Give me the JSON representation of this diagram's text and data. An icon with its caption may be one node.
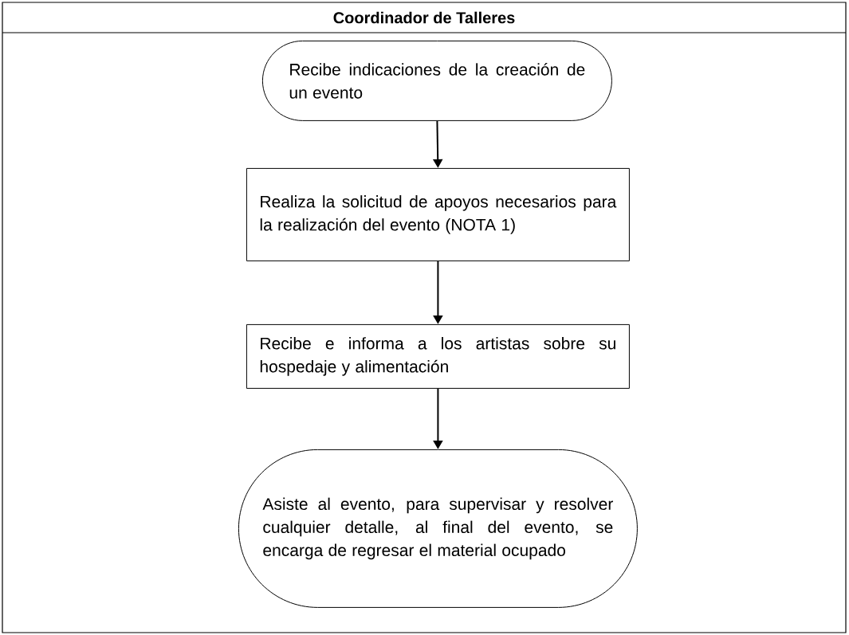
{
  "diagram": {
    "nodes": [
      {
        "text": [
          "Coordinador de Talleres"
        ]
      },
      {
        "text": [
          "Recibe indicaciones de la creación de un evento"
        ],
        "in": 0
      },
      {
        "text": [
          "Realiza la solicitud de apoyos necesarios para la realización del evento (NOTA 1)"
        ],
        "in": 0
      },
      {
        "text": [
          "Recibe e informa a los artistas sobre su hospedaje y alimentación"
        ],
        "in": 0
      },
      {
        "text": [
          "Asiste al evento, para supervisar y resolver cualquier detalle, al final del evento, se encarga de regresar el material ocupado"
        ],
        "in": 0
      }
    ],
    "edges": [
      {
        "from": 1,
        "to": 2,
        "arrow": "to"
      },
      {
        "from": 2,
        "to": 3,
        "arrow": "to"
      },
      {
        "from": 3,
        "to": 4,
        "arrow": "to"
      }
    ]
  }
}
